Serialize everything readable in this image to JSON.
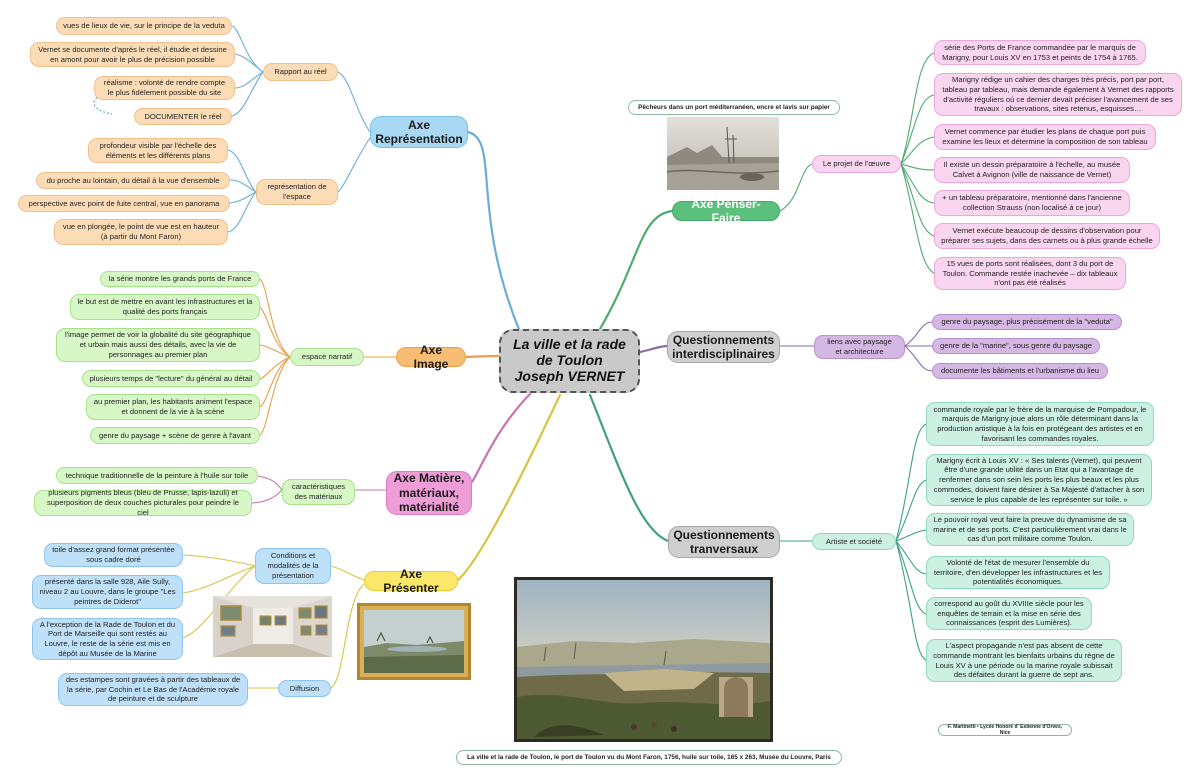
{
  "center": {
    "line1": "La ville et la rade",
    "line2": "de Toulon",
    "line3": "Joseph VERNET"
  },
  "axes": {
    "representation": "Axe\nReprésentation",
    "image": "Axe Image",
    "matiere": "Axe Matière,\nmatériaux,\nmatérialité",
    "presenter": "Axe Présenter",
    "penser_faire": "Axe Penser-Faire",
    "interdisc": "Questionnements\ninterdisciplinaires",
    "transversaux": "Questionnements\ntranversaux"
  },
  "representation": {
    "rapport_label": "Rapport au réel",
    "rapport_items": [
      "vues de lieux de vie, sur le principe de la veduta",
      "Vernet se documente d’après le réel, il étudie et dessine\nen amont pour avoir le plus de précision possible",
      "réalisme : volonté de rendre compte\nle plus fidèlement possible du site",
      "DOCUMENTER le réel"
    ],
    "espace_label": "représentation de\nl'espace",
    "espace_items": [
      "profondeur visible par l'échelle des\néléments et les différents plans",
      "du proche au lointain, du détail à la vue d'ensemble",
      "perspective avec point de fuite central, vue en panorama",
      "vue en plongée, le point de vue est en hauteur\n(à partir du Mont Faron)"
    ]
  },
  "image": {
    "narratif_label": "espace narratif",
    "items": [
      "la série montre les grands ports de France",
      "le but est de mettre en avant les infrastructures et la\nqualité des ports français",
      "l'image permet de voir la globalité du site géographique\net urbain mais aussi des détails, avec la vie de\npersonnages au premier plan",
      "plusieurs temps de \"lecture\" du général au détail",
      "au premier plan, les habitants animent l'espace\net donnent de la vie à la scène",
      "genre du paysage + scène de genre à l'avant"
    ]
  },
  "matiere": {
    "label": "caractéristiques\ndes matériaux",
    "items": [
      "technique traditionnelle de la peinture à l'huile sur toile",
      "plusieurs pigments bleus (bleu de Prusse, lapis-lazuli) et\nsuperposition de deux couches picturales pour peindre le ciel"
    ]
  },
  "presenter": {
    "conditions_label": "Conditions et\nmodalités de la\nprésentation",
    "conditions_items": [
      "toile d'assez grand format présentée\nsous cadre doré",
      "présenté dans la salle 928, Aile Sully,\nniveau 2 au Louvre, dans le groupe \"Les\npeintres de Diderot\"",
      "A l'exception de la Rade de Toulon et du\nPort de Marseille qui sont restés au\nLouvre, le reste de la série est mis en\ndépôt au Musée de la Marine"
    ],
    "diffusion_label": "Diffusion",
    "diffusion_items": [
      "des estampes sont gravées à partir des tableaux de\nla série, par Cochin et Le Bas de l'Académie royale\nde peinture et de sculpture"
    ]
  },
  "penser_faire": {
    "projet_label": "Le projet de l'œuvre",
    "items": [
      "série des Ports de France commandée par le marquis de\nMarigny, pour Louis XV en 1753 et peints de 1754 à 1765.",
      "Marigny rédige un cahier des charges très précis, port par port,\ntableau par tableau, mais demande également à Vernet des rapports\nd'activité réguliers où ce dernier devait préciser l'avancement de ses\ntravaux : observations, sites retenus, esquisses…",
      "Vernet commence par étudier les plans de chaque port puis\nexamine les lieux et détermine la composition de son tableau",
      "Il existe un dessin préparatoire à l'échelle, au musée\nCalvet à Avignon (ville de naissance de Vernet)",
      "+ un tableau préparatoire, mentionné dans l'ancienne\ncollection Strauss (non localisé à ce jour)",
      "Vernet exécute beaucoup de dessins d'observation pour\npréparer ses sujets, dans des carnets ou à plus grande échelle",
      "15 vues de ports sont réalisées, dont 3 du port de\nToulon. Commande restée inachevée – dix tableaux\nn'ont pas été réalisés"
    ],
    "drawing_caption": "Pêcheurs dans un port méditerranéen, encre et lavis sur papier"
  },
  "interdisc": {
    "label": "liens avec paysage\net architecture",
    "items": [
      "genre du paysage, plus précisément de la \"veduta\"",
      "genre de la \"marine\", sous genre du paysage",
      "documente les bâtiments et l'urbanisme du lieu"
    ]
  },
  "transversaux": {
    "label": "Artiste et société",
    "items": [
      "commande royale par le frère de la marquise de Pompadour, le\nmarquis de Marigny joue alors un rôle déterminant dans la\nproduction artistique à la fois en protégeant des artistes et en\nfavorisant les commandes royales.",
      "Marigny écrit à Louis XV : « Ses talents (Vernet), qui peuvent\nêtre d'une grande utilité dans un Etat qui a l'avantage de\nrenfermer dans son sein les ports les plus beaux et les plus\ncommodes, doivent faire désirer à Sa Majesté d'attacher à son\nservice le plus capable de les représenter sur toile. »",
      "Le pouvoir royal veut faire la preuve du dynamisme de sa\nmarine et de ses ports. C'est particulièrement vrai dans le\ncas d'un port militaire comme Toulon.",
      "Volonté de l'état de mesurer l'ensemble du\nterritoire, d'en développer les infrastructures et les\npotentialités économiques.",
      "correspond au goût du XVIIIe siècle pour les\nenquêtes de terrain et la mise en série des\nconnaissances (esprit des Lumières).",
      "L'aspect propagande n'est pas absent de cette\ncommande montrant les bienfaits urbains du règne de\nLouis XV à une période ou la marine royale subissait\ndes défaites durant la guerre de sept ans."
    ]
  },
  "painting_caption": "La ville et la rade de Toulon, le port de Toulon vu du Mont Faron, 1756, huile sur toile, 165 x 263, Musée du Louvre, Paris",
  "credit": "F. Martinetti • Lycée Honoré d' Estienne d'Orves, Nice",
  "colors": {
    "representation": "#6aaed3",
    "image": "#e8a04a",
    "matiere": "#c776b2",
    "presenter": "#d8c440",
    "penser_faire": "#4faa6f",
    "interdisc": "#8a6aa8",
    "transversaux": "#3f9f85",
    "peach_nodes": "#fcdcb7",
    "green_nodes": "#d7f7c7",
    "pink_nodes": "#fad5ef",
    "lavender_nodes": "#d4b7e2",
    "mint_nodes": "#ccf0e1",
    "blue_nodes": "#bfe0f9"
  },
  "icons": [
    "drawing-thumbnail",
    "louvre-gallery-photo",
    "framed-painting-thumbnail",
    "main-painting"
  ]
}
